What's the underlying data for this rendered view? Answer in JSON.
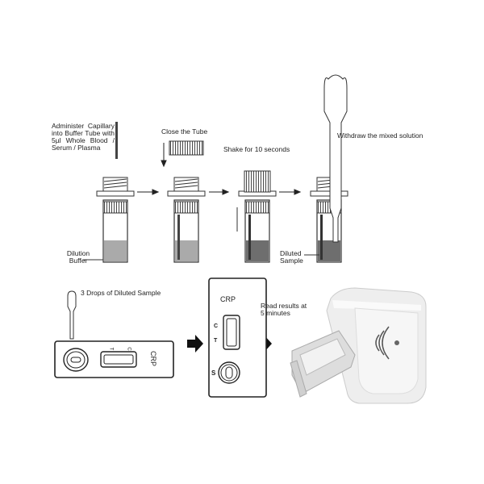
{
  "steps": {
    "step1": "Administer Capillary into Buffer Tube with 5µl Whole Blood / Serum / Plasma",
    "dilution_buffer": "Dilution Buffer",
    "close_tube": "Close the Tube",
    "shake": "Shake for 10 seconds",
    "withdraw": "Withdraw the mixed solution",
    "diluted_sample": "Diluted Sample",
    "drops": "3 Drops of Diluted Sample",
    "read": "Read results at 5 minutes"
  },
  "cassette": {
    "name": "CRP",
    "t": "T",
    "c": "C",
    "s": "S"
  },
  "colors": {
    "buffer": "#aaaaaa",
    "mixed": "#6e6e6e",
    "line": "#222222"
  }
}
